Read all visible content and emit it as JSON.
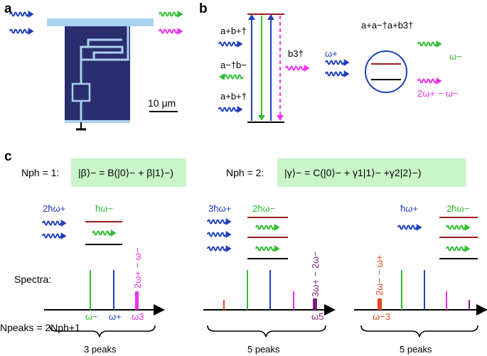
{
  "panels": {
    "a": "a",
    "b": "b",
    "c": "c"
  },
  "scale_bar": {
    "label": "10 μm"
  },
  "panel_b": {
    "top_pair": "a+b+†",
    "mid_pair": "a−†b−",
    "bot_pair": "a+b+†",
    "b3_label": "b3†",
    "omega_plus": "ω+",
    "process": "a+a−†a+b3†",
    "omega_minus": "ω−",
    "out_freq": "2ω+ − ω−"
  },
  "panel_c": {
    "nph1_label": "Nph = 1:",
    "nph1_state": "|β⟩− = B(|0⟩− + β|1⟩−)",
    "nph2_label": "Nph = 2:",
    "nph2_state": "|γ⟩− = C(|0⟩− + γ1|1⟩− +γ2|2⟩−)",
    "spectra_label": "Spectra:",
    "npeaks_label": "Npeaks = 2Nph+1",
    "g1": {
      "drive": "2ħω+",
      "level": "ħω−",
      "side_label": "2ω+ − ω−",
      "tick_minus": "ω−",
      "tick_plus": "ω+",
      "tick_3": "ω3",
      "peaks": "3 peaks"
    },
    "g2": {
      "drive": "3ħω+",
      "level": "2ħω−",
      "side_label": "3ω+ − 2ω−",
      "tick_5": "ω5",
      "peaks": "5 peaks"
    },
    "g3": {
      "drive": "ħω+",
      "level": "2ħω−",
      "side_label": "2ω− − ω+",
      "tick_m3": "ω−3",
      "peaks": "5 peaks"
    }
  },
  "colors": {
    "blue": "#1f3fbf",
    "green": "#2fbf2f",
    "magenta": "#ee30ee",
    "purple": "#7b1f7b",
    "orange": "#e6461e",
    "chip": "#2b2e6e",
    "strip": "#a9d2ef",
    "state_box": "#c9f5c9",
    "level_red": "#9b1b1b"
  }
}
